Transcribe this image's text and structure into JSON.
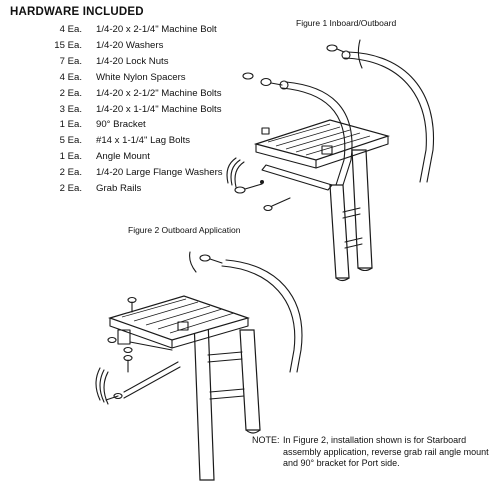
{
  "title": "HARDWARE INCLUDED",
  "hardware": [
    {
      "qty": "4 Ea.",
      "desc": "1/4-20 x 2-1/4\" Machine Bolt"
    },
    {
      "qty": "15 Ea.",
      "desc": "1/4-20 Washers"
    },
    {
      "qty": "7 Ea.",
      "desc": "1/4-20 Lock Nuts"
    },
    {
      "qty": "4 Ea.",
      "desc": "White Nylon Spacers"
    },
    {
      "qty": "2 Ea.",
      "desc": "1/4-20 x 2-1/2\" Machine Bolts"
    },
    {
      "qty": "3 Ea.",
      "desc": "1/4-20 x 1-1/4\" Machine Bolts"
    },
    {
      "qty": "1 Ea.",
      "desc": "90° Bracket"
    },
    {
      "qty": "5 Ea.",
      "desc": "#14 x 1-1/4\" Lag Bolts"
    },
    {
      "qty": "1 Ea.",
      "desc": "Angle Mount"
    },
    {
      "qty": "2 Ea.",
      "desc": "1/4-20 Large Flange Washers"
    },
    {
      "qty": "2 Ea.",
      "desc": "Grab Rails"
    }
  ],
  "figure1": {
    "label": "Figure 1  Inboard/Outboard"
  },
  "figure2": {
    "label": "Figure 2  Outboard Application"
  },
  "note": {
    "label": "NOTE:",
    "text": "In Figure 2, installation shown is for Starboard assembly application, reverse grab rail angle mount and 90° bracket for Port side."
  }
}
